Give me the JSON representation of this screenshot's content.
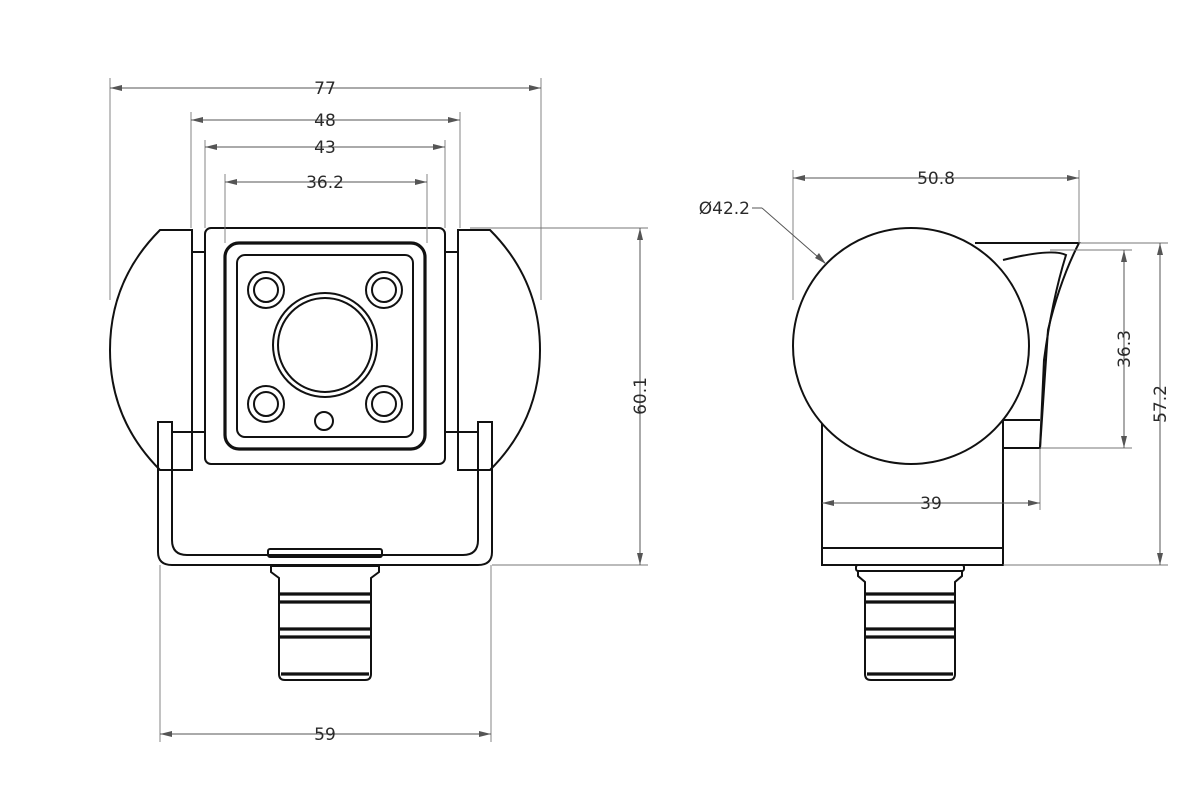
{
  "front_view": {
    "dim_overall_width": "77",
    "dim_housing_width": "48",
    "dim_face_width": "43",
    "dim_lens_span": "36.2",
    "dim_overall_height": "60.1",
    "dim_bracket_width": "59"
  },
  "side_view": {
    "dim_depth": "50.8",
    "dim_diameter": "Ø42.2",
    "dim_base_width": "39",
    "dim_hood_height": "36.3",
    "dim_overall_height": "57.2"
  }
}
